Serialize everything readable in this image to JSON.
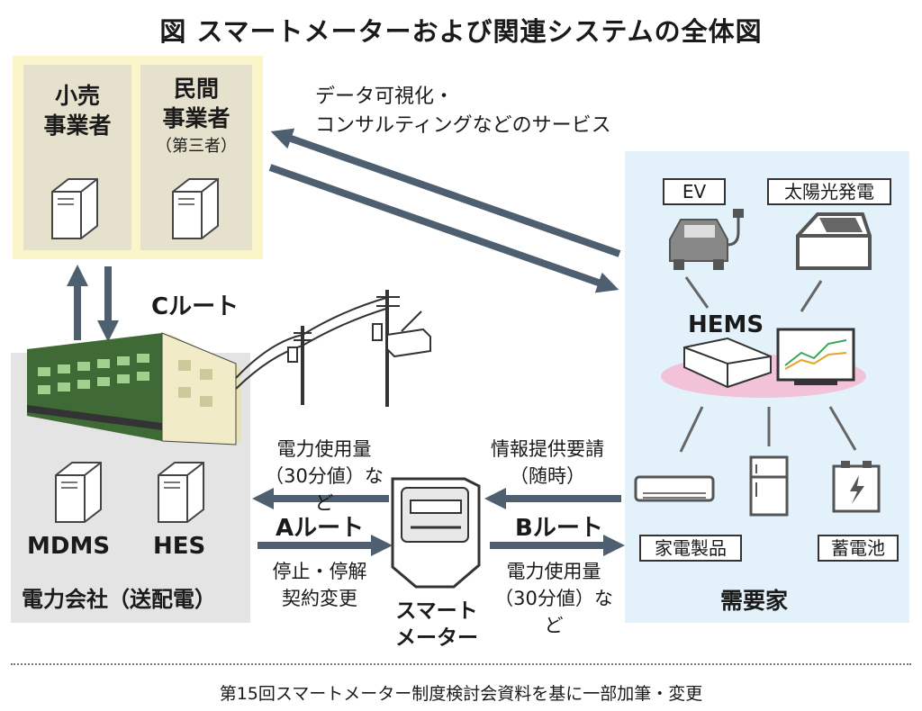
{
  "title": "図 スマートメーターおよび関連システムの全体図",
  "retailer": {
    "line1": "小売",
    "line2": "事業者"
  },
  "third_party": {
    "line1": "民間",
    "line2": "事業者",
    "sub": "（第三者）"
  },
  "service_text": {
    "line1": "データ可視化・",
    "line2": "コンサルティングなどのサービス"
  },
  "c_route": "Cルート",
  "customer": {
    "ev": "EV",
    "solar": "太陽光発電",
    "hems": "HEMS",
    "appliances": "家電製品",
    "battery": "蓄電池",
    "label": "需要家"
  },
  "power_company": {
    "mdms": "MDMS",
    "hes": "HES",
    "label": "電力会社（送配電）"
  },
  "a_route": {
    "label": "Aルート",
    "top1": "電力使用量",
    "top2": "（30分値）など",
    "bottom1": "停止・停解",
    "bottom2": "契約変更"
  },
  "b_route": {
    "label": "Bルート",
    "top1": "情報提供要請",
    "top2": "（随時）",
    "bottom1": "電力使用量",
    "bottom2": "（30分値）など"
  },
  "smart_meter": {
    "line1": "スマート",
    "line2": "メーター"
  },
  "footer": "第15回スマートメーター制度検討会資料を基に一部加筆・変更",
  "colors": {
    "arrow": "#4e5f70",
    "retail_panel": "#fbf6c9",
    "customer_panel": "#e3f1fb",
    "power_panel": "#e4e4e4",
    "building": "#3f6a35",
    "hems_ellipse": "#f2c3d8"
  }
}
